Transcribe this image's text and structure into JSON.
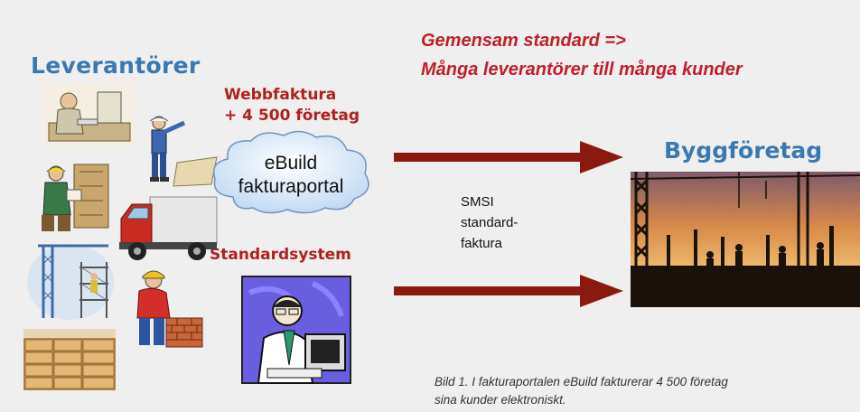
{
  "headings": {
    "leverantorer": "Leverantörer",
    "byggforetag": "Byggföretag"
  },
  "webbfaktura": {
    "line1": "Webbfaktura",
    "line2": "+ 4 500 företag"
  },
  "standardsystem": "Standardsystem",
  "tagline": {
    "line1": "Gemensam standard =>",
    "line2": "Många leverantörer till många kunder"
  },
  "cloud": {
    "line1": "eBuild",
    "line2": "fakturaportal"
  },
  "smsi": {
    "line1": "SMSI",
    "line2": "standard-",
    "line3": "faktura"
  },
  "caption": {
    "line1": "Bild 1. I fakturaportalen eBuild fakturerar 4 500 företag",
    "line2": "sina kunder elektroniskt."
  },
  "colors": {
    "heading_blue": "#3b78b0",
    "label_red": "#b21f1f",
    "arrow": "#8a1a10",
    "cloud_fill": "#cfe3f8"
  },
  "icons": [
    "office-worker-clipart",
    "surveyor-clipart",
    "architect-clipart",
    "delivery-truck-clipart",
    "crane-scaffold-clipart",
    "bricklayer-clipart",
    "lumber-stack-photo",
    "computer-user-clipart",
    "construction-site-photo"
  ]
}
